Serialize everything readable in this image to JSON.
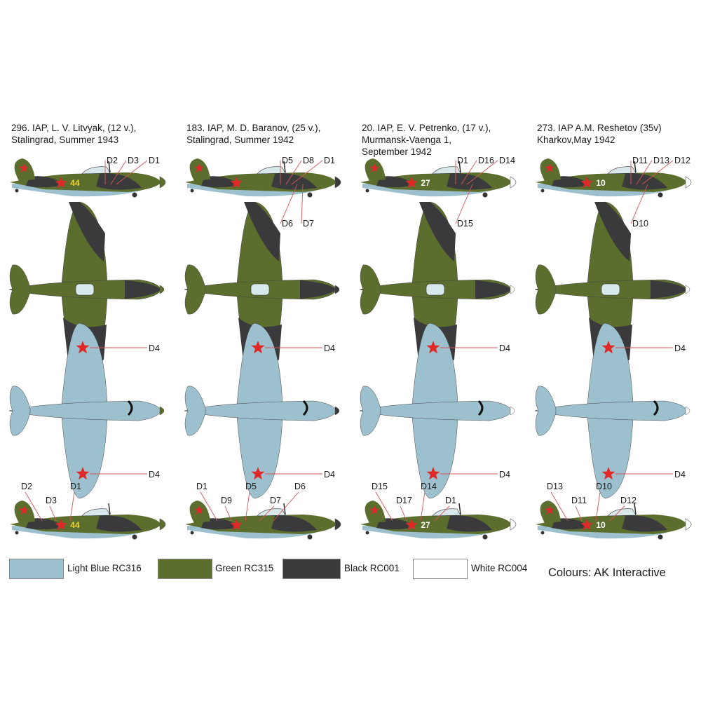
{
  "colors": {
    "light_blue": "#9dc0cf",
    "green": "#5c6e2e",
    "black": "#3a3a3c",
    "white": "#ffffff",
    "red_star": "#e02828",
    "canopy": "#d9e8ea",
    "leader": "#d65555"
  },
  "panels": [
    {
      "title": [
        "296. IAP, L. V. Litvyak, (12 v.),",
        "Stalingrad, Summer 1943"
      ],
      "tactical_number": "44",
      "number_color": "#f2d52a",
      "top_callouts": [
        "D2",
        "D3",
        "D1"
      ],
      "wing_callouts": [
        "D4",
        "D4"
      ],
      "bottom_callouts": [
        "D2",
        "D3",
        "D1"
      ],
      "spinner": "#5c6e2e"
    },
    {
      "title": [
        "183. IAP, M. D. Baranov, (25 v.),",
        "Stalingrad, Summer 1942"
      ],
      "tactical_number": "",
      "number_color": "#ffffff",
      "top_callouts": [
        "D5",
        "D8",
        "D1",
        "D6",
        "D7"
      ],
      "wing_callouts": [
        "D4",
        "D4"
      ],
      "bottom_callouts": [
        "D1",
        "D9",
        "D5",
        "D7",
        "D6"
      ],
      "spinner": "#3a3a3c"
    },
    {
      "title": [
        "20. IAP, E. V. Petrenko, (17 v.),",
        "Murmansk-Vaenga 1,",
        "September 1942"
      ],
      "tactical_number": "27",
      "number_color": "#ffffff",
      "top_callouts": [
        "D1",
        "D16",
        "D14",
        "D15"
      ],
      "wing_callouts": [
        "D4",
        "D4"
      ],
      "bottom_callouts": [
        "D15",
        "D17",
        "D14",
        "D1"
      ],
      "spinner": "#ffffff"
    },
    {
      "title": [
        "273. IAP A.M. Reshetov (35v)",
        "Kharkov,May 1942"
      ],
      "tactical_number": "10",
      "number_color": "#ffffff",
      "top_callouts": [
        "D11",
        "D13",
        "D12",
        "D10"
      ],
      "wing_callouts": [
        "D4",
        "D4"
      ],
      "bottom_callouts": [
        "D13",
        "D11",
        "D10",
        "D12"
      ],
      "spinner": "#ffffff"
    }
  ],
  "legend": [
    {
      "label": "Light Blue RC316",
      "color": "#9dc0cf"
    },
    {
      "label": "Green RC315",
      "color": "#5c6e2e"
    },
    {
      "label": "Black RC001",
      "color": "#3a3a3c"
    },
    {
      "label": "White RC004",
      "color": "#ffffff"
    }
  ],
  "credit": "Colours: AK Interactive"
}
